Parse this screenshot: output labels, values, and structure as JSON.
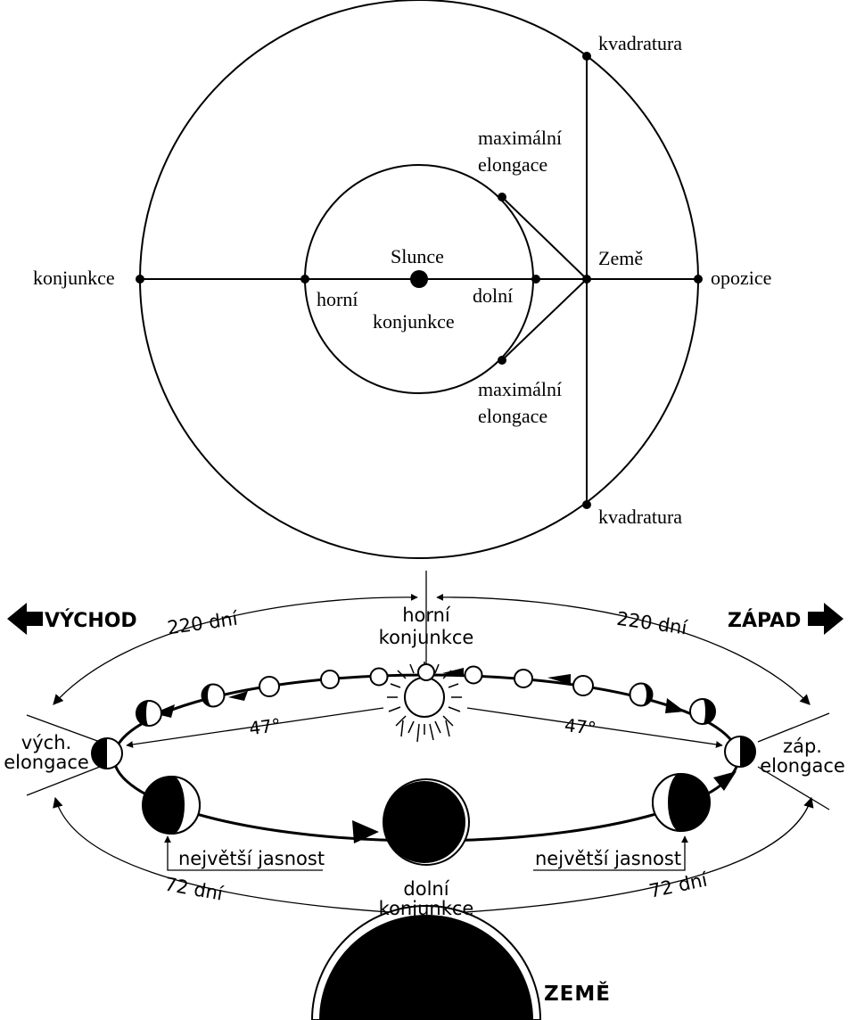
{
  "orbit_diagram": {
    "labels": {
      "sun": "Slunce",
      "earth": "Země",
      "conjunction": "konjunkce",
      "opposition": "opozice",
      "quadrature_top": "kvadratura",
      "quadrature_bottom": "kvadratura",
      "max_elongation_top_1": "maximální",
      "max_elongation_top_2": "elongace",
      "max_elongation_bottom_1": "maximální",
      "max_elongation_bottom_2": "elongace",
      "superior": "horní",
      "inferior": "dolní",
      "conjunction_center": "konjunkce"
    }
  },
  "venus_diagram": {
    "labels": {
      "east": "VÝCHOD",
      "west": "ZÁPAD",
      "superior_1": "horní",
      "superior_2": "konjunkce",
      "inferior_1": "dolní",
      "inferior_2": "konjunkce",
      "days_top_left": "220 dní",
      "days_top_right": "220 dní",
      "days_bottom_left": "72 dní",
      "days_bottom_right": "72 dní",
      "angle_left": "47°",
      "angle_right": "47°",
      "east_elongation_1": "vých.",
      "east_elongation_2": "elongace",
      "west_elongation_1": "záp.",
      "west_elongation_2": "elongace",
      "max_brightness_left": "největší jasnost",
      "max_brightness_right": "největší jasnost",
      "earth": "ZEMĚ"
    }
  }
}
